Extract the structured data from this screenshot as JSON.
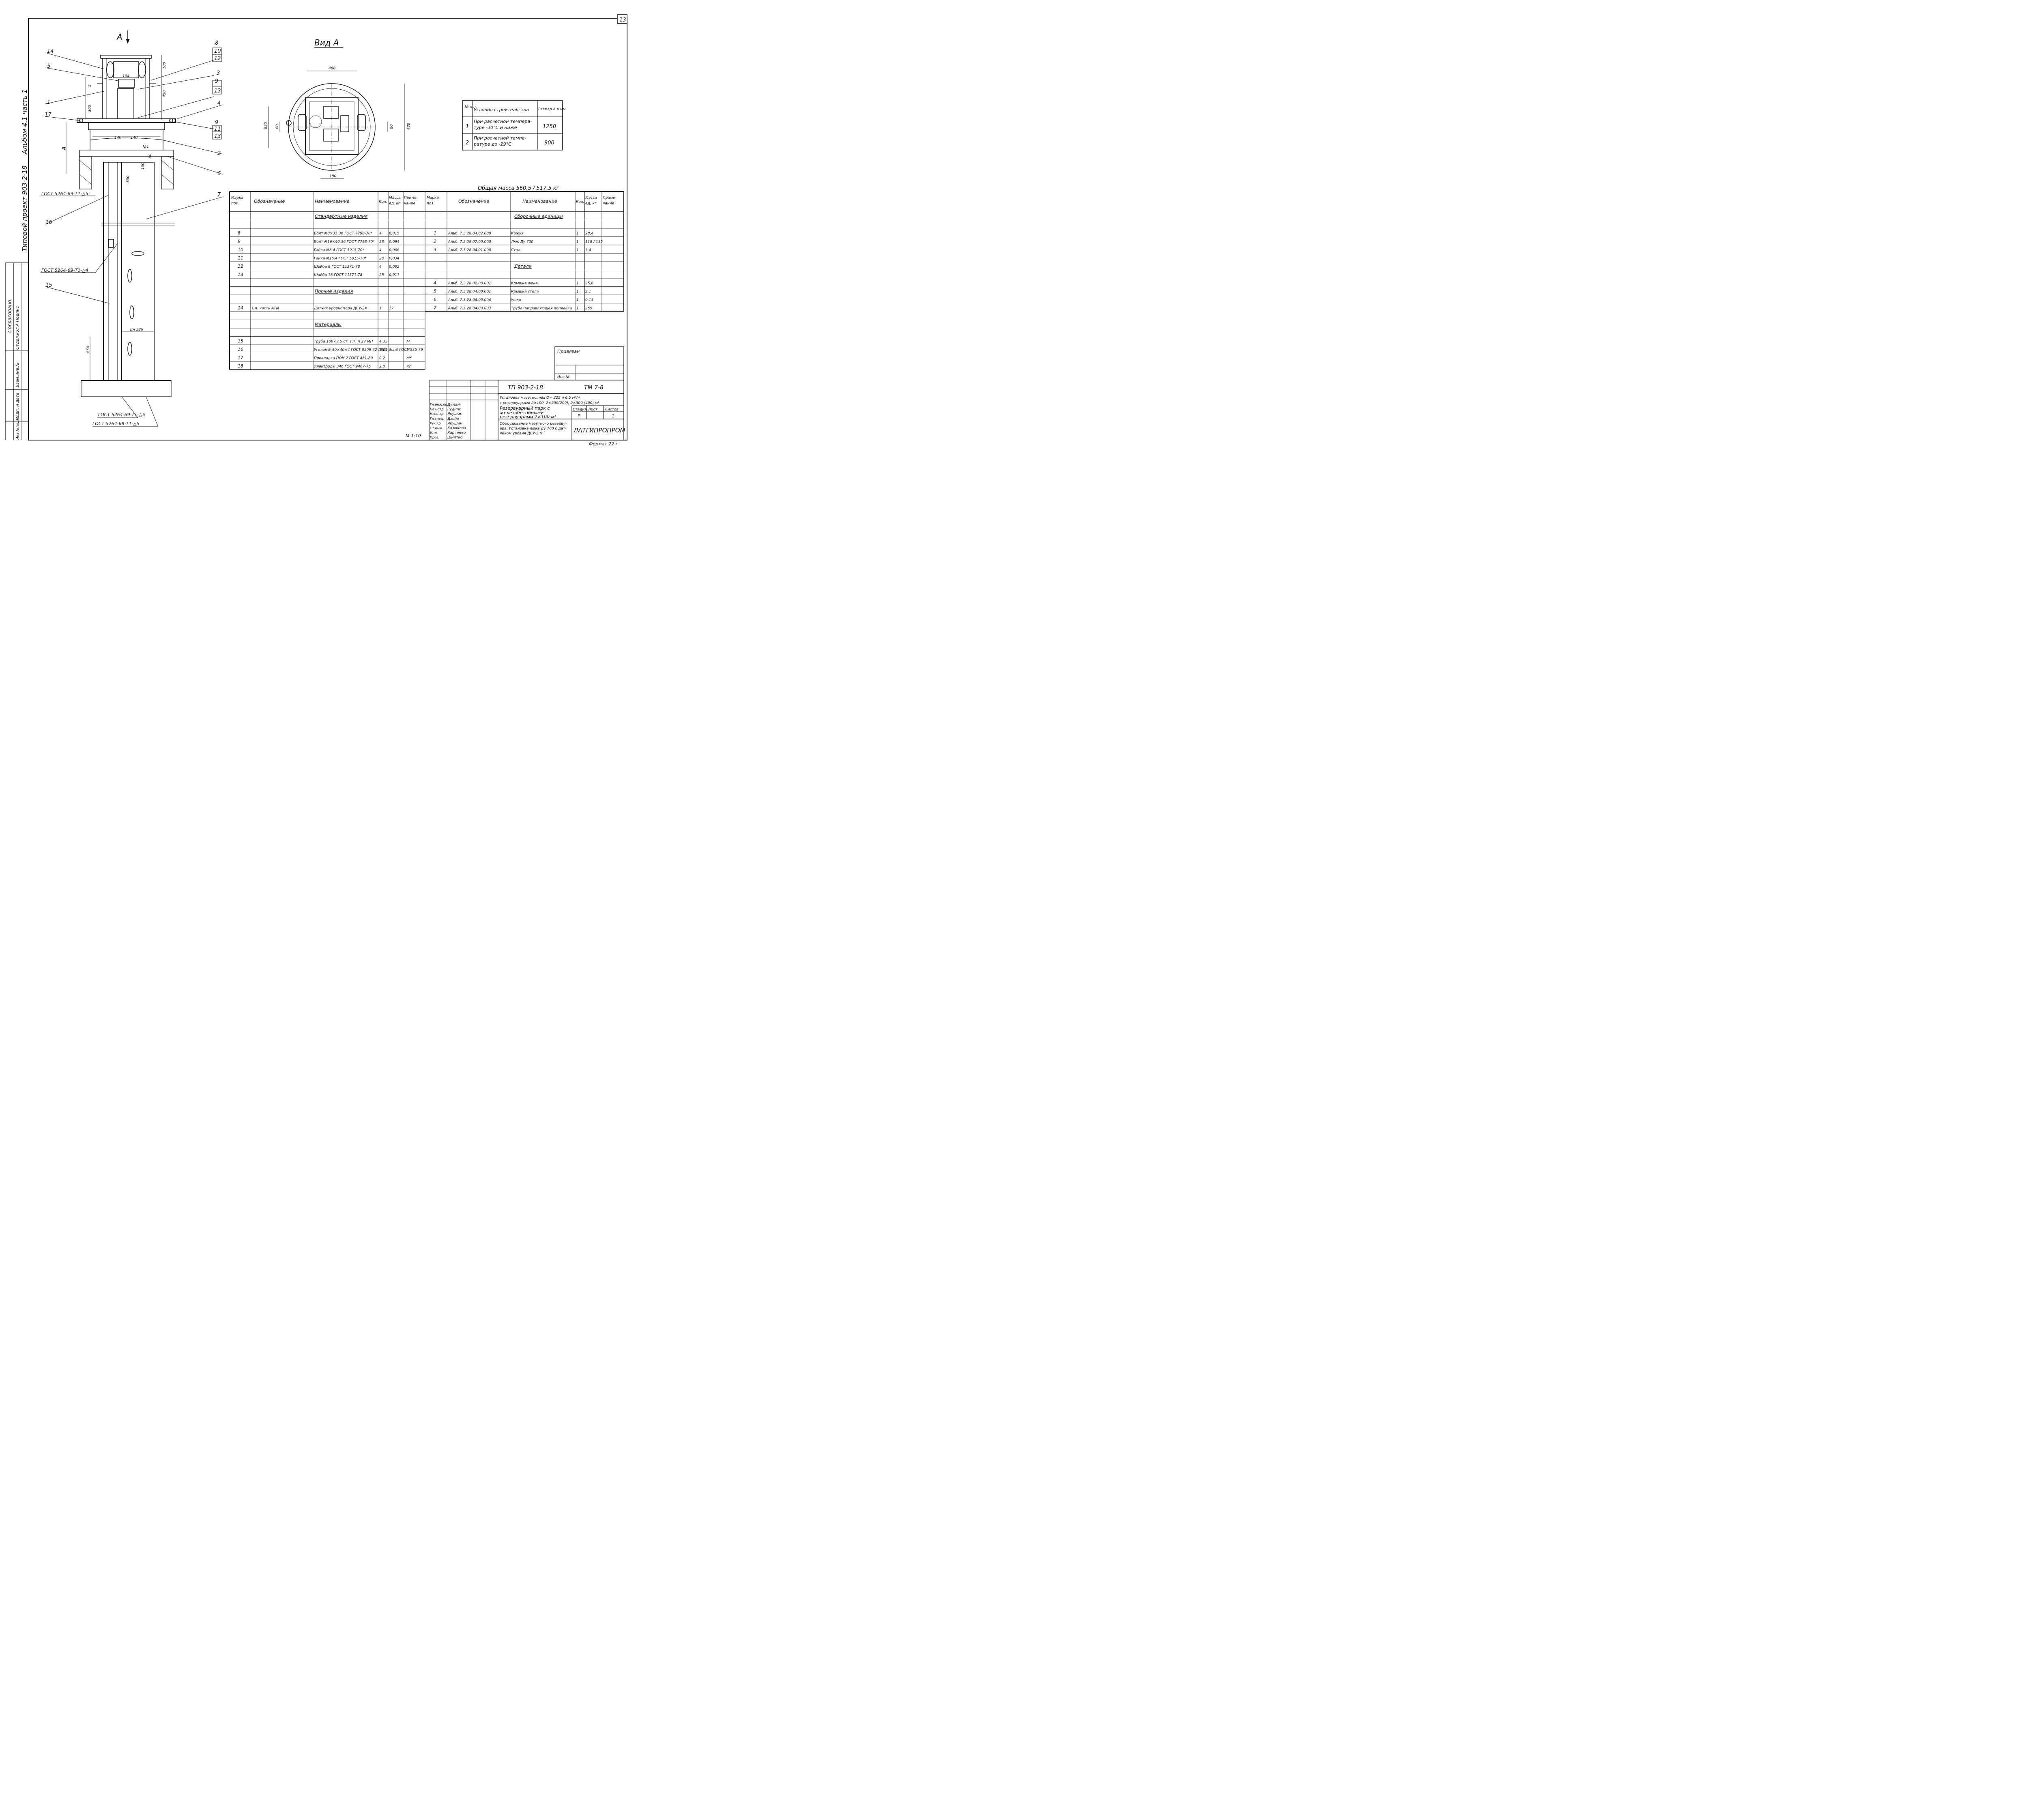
{
  "page_number": "13",
  "header": {
    "section_mark": "A",
    "view_title": "Вид А",
    "scale": "М 1:10",
    "total_mass": "Общая масса 560,5 / 517,5 кг"
  },
  "side_margin": {
    "project": "Типовой проект 903-2-18",
    "album": "Альбом 4.1 часть 1",
    "approved": "Согласовано:",
    "dept": "Отдел.кол.А Подпис",
    "inv_replace": "Взам.инв.№",
    "sign_date": "Подп. и дата",
    "inv_orig": "Инв.№подл."
  },
  "drawing": {
    "callouts": [
      "8",
      "10",
      "12",
      "3",
      "9",
      "11",
      "13",
      "4",
      "9",
      "11",
      "13",
      "2",
      "6",
      "7",
      "14",
      "5",
      "1",
      "17",
      "16",
      "15"
    ],
    "dims": {
      "d180": "180",
      "d450": "450",
      "d300a": "300",
      "d5": "5",
      "d140a": "140",
      "d140b": "140",
      "dA": "A",
      "d100": "100",
      "d300b": "300",
      "d80": "80",
      "d650": "650",
      "dn": "Дн 326",
      "n1": "№1",
      "d104": "104"
    },
    "welds": [
      "ГОСТ 5264-69-Т1-△5",
      "ГОСТ 5264-69-Т1-△4",
      "ГОСТ 5264-69-Т1-△5",
      "ГОСТ 5264-69-Т1-△5"
    ],
    "view_dims": {
      "w480": "480",
      "h480": "480",
      "d820": "820",
      "d60": "60",
      "d80": "80",
      "d180": "180"
    }
  },
  "conditions_table": {
    "headers": [
      "№ п.п.",
      "Условия строительства",
      "Размер А в мм"
    ],
    "rows": [
      {
        "n": "1",
        "cond_a": "При расчетной темпера-",
        "cond_b": "туре -30°С и ниже",
        "size": "1250"
      },
      {
        "n": "2",
        "cond_a": "При расчетной темпе-",
        "cond_b": "ратуре до -29°С",
        "size": "900"
      }
    ]
  },
  "spec": {
    "headers": [
      "Марка поз.",
      "Обозначение",
      "Наименование",
      "Кол.",
      "Масса ед, кг",
      "Приме- чание",
      "Марка поз.",
      "Обозначение",
      "Наименование",
      "Кол.",
      "Масса ед, кг",
      "Приме- чание"
    ],
    "left": [
      {
        "pos": "",
        "des": "",
        "name": "Стандартные изделия",
        "qty": "",
        "mass": "",
        "note": "",
        "section": true
      },
      {
        "pos": "",
        "des": "",
        "name": "",
        "qty": "",
        "mass": "",
        "note": ""
      },
      {
        "pos": "8",
        "des": "",
        "name": "Болт М8×35.36 ГОСТ 7798-70*",
        "qty": "4",
        "mass": "0,015",
        "note": ""
      },
      {
        "pos": "9",
        "des": "",
        "name": "Болт М16×40.36 ГОСТ 7798-70*",
        "qty": "28",
        "mass": "0,094",
        "note": ""
      },
      {
        "pos": "10",
        "des": "",
        "name": "Гайка М8.4 ГОСТ 5915-70*",
        "qty": "4",
        "mass": "0,006",
        "note": ""
      },
      {
        "pos": "11",
        "des": "",
        "name": "Гайка М16.4 ГОСТ 5915-70*",
        "qty": "28",
        "mass": "0,034",
        "note": ""
      },
      {
        "pos": "12",
        "des": "",
        "name": "Шайба 8 ГОСТ 11371-78",
        "qty": "4",
        "mass": "0,002",
        "note": ""
      },
      {
        "pos": "13",
        "des": "",
        "name": "Шайба 16 ГОСТ 11371-78",
        "qty": "28",
        "mass": "0,011",
        "note": ""
      },
      {
        "pos": "",
        "des": "",
        "name": "",
        "qty": "",
        "mass": "",
        "note": ""
      },
      {
        "pos": "",
        "des": "",
        "name": "Прочие изделия",
        "qty": "",
        "mass": "",
        "note": "",
        "section": true
      },
      {
        "pos": "",
        "des": "",
        "name": "",
        "qty": "",
        "mass": "",
        "note": ""
      },
      {
        "pos": "14",
        "des": "См. часть АТМ",
        "name": "Датчик уровнемера ДСУ-2м",
        "qty": "1",
        "mass": "17",
        "note": ""
      },
      {
        "pos": "",
        "des": "",
        "name": "",
        "qty": "",
        "mass": "",
        "note": ""
      },
      {
        "pos": "",
        "des": "",
        "name": "Материалы",
        "qty": "",
        "mass": "",
        "note": "",
        "section": true
      },
      {
        "pos": "",
        "des": "",
        "name": "",
        "qty": "",
        "mass": "",
        "note": ""
      },
      {
        "pos": "15",
        "des": "",
        "name": "Труба 108×3,5 ст. Т.Т. п 27 МП",
        "qty": "4,35",
        "mass": "",
        "note": "м"
      },
      {
        "pos": "16",
        "des": "",
        "name": "Уголок Б-40×40×4 ГОСТ 8509-72 / ВСт.3сп3 ГОСТ 535-79",
        "qty": "1,24",
        "mass": "",
        "note": "м"
      },
      {
        "pos": "17",
        "des": "",
        "name": "Прокладка ПОН 2 ГОСТ 481-80",
        "qty": "0,2",
        "mass": "",
        "note": "м²"
      },
      {
        "pos": "18",
        "des": "",
        "name": "Электроды 346 ГОСТ 9467-75",
        "qty": "2,0",
        "mass": "",
        "note": "кг"
      }
    ],
    "right": [
      {
        "pos": "",
        "des": "",
        "name": "Сборочные единицы",
        "qty": "",
        "mass": "",
        "note": "",
        "section": true
      },
      {
        "pos": "",
        "des": "",
        "name": "",
        "qty": "",
        "mass": "",
        "note": ""
      },
      {
        "pos": "1",
        "des": "Альб. 7.3 28.04.02.000",
        "name": "Кожух",
        "qty": "1",
        "mass": "28,4",
        "note": ""
      },
      {
        "pos": "2",
        "des": "Альб. 7.3 28.07.00.000",
        "name": "Люк Ду 700",
        "qty": "1",
        "mass": "118 / 135",
        "note": ""
      },
      {
        "pos": "3",
        "des": "Альб. 7.3 28.04.01.000",
        "name": "Стол",
        "qty": "1",
        "mass": "5,4",
        "note": ""
      },
      {
        "pos": "",
        "des": "",
        "name": "",
        "qty": "",
        "mass": "",
        "note": ""
      },
      {
        "pos": "",
        "des": "",
        "name": "Детали",
        "qty": "",
        "mass": "",
        "note": "",
        "section": true
      },
      {
        "pos": "",
        "des": "",
        "name": "",
        "qty": "",
        "mass": "",
        "note": ""
      },
      {
        "pos": "4",
        "des": "Альб. 7.3 28.02.00.001",
        "name": "Крышка люка",
        "qty": "1",
        "mass": "25,6",
        "note": ""
      },
      {
        "pos": "5",
        "des": "Альб. 7.3 28.04.00.001",
        "name": "Крышка стола",
        "qty": "1",
        "mass": "2,1",
        "note": ""
      },
      {
        "pos": "6",
        "des": "Альб. 7.3 28.04.00.004",
        "name": "Ушко",
        "qty": "1",
        "mass": "0,15",
        "note": ""
      },
      {
        "pos": "7",
        "des": "Альб. 7.3 28.04.00.003",
        "name": "Труба направляющая поплавка",
        "qty": "1",
        "mass": "259",
        "note": ""
      }
    ]
  },
  "binding": {
    "title": "Привязан",
    "inv": "Инв.№"
  },
  "title_block": {
    "code": "ТП 903-2-18",
    "sheet_code": "ТМ 7-8",
    "desc1": "Установка мазутослива Q= 325 и 6,5 м³/ч",
    "desc2": "с резервуарами 2×100, 2×250(200), 2×500 (400) м³",
    "section1": "Резервуарный парк с",
    "section2": "железобетонными",
    "section3": "резервуарами 2×100 м³",
    "drawing1": "Оборудование мазутного резерву-",
    "drawing2": "ара. Установка люка Ду 700 с дат-",
    "drawing3": "чиком уровня ДСУ-2 м",
    "stage_h": "Стадия",
    "sheet_h": "Лист",
    "sheets_h": "Листов",
    "stage": "Р",
    "sheets": "1",
    "org": "ЛАТГИПРОПРОМ",
    "format": "Формат 22 г",
    "staff": [
      {
        "role": "Гл.инж.пр.",
        "name": "Думан"
      },
      {
        "role": "Нач.отд.",
        "name": "Рудинс"
      },
      {
        "role": "Н.контр.",
        "name": "Якушин"
      },
      {
        "role": "Гл.спец.",
        "name": "Дзейя"
      },
      {
        "role": "Рук.гр.",
        "name": "Якушин"
      },
      {
        "role": "Ст.инж.",
        "name": "Хазюкова"
      },
      {
        "role": "Инж.",
        "name": "Харченко"
      },
      {
        "role": "Пров.",
        "name": "Шнитко"
      }
    ]
  }
}
